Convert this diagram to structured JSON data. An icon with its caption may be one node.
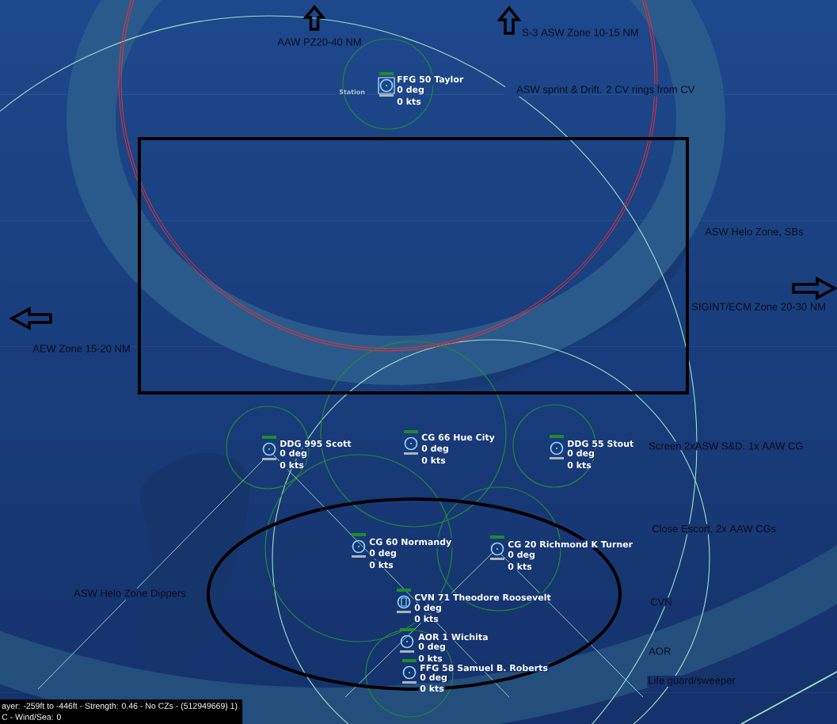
{
  "diagram": {
    "nodes": [
      {
        "text": [],
        "shape": "box"
      },
      {
        "text": [],
        "shape": "ellipse"
      }
    ],
    "labels": [
      "AAW PZ20-40 NM",
      "S-3 ASW Zone 10-15 NM",
      "FFG 50 Taylor",
      "Station",
      "0 deg",
      "0 kts",
      "ASW sprint & Drift. 2 CV rings from CV",
      "ASW Helo Zone, SBs",
      "SIGINT/ECM Zone 20-30 NM",
      "AEW Zone 15-20 NM",
      "DDG 995 Scott",
      "0 deg",
      "0 kts",
      "CG 66 Hue City",
      "0 deg",
      "0 kts",
      "DDG 55 Stout",
      "0 deg",
      "0 kts",
      "Screen 2xASW S&D. 1x AAW CG",
      "Close Escort, 2x AAW CGs",
      "CG 60 Normandy",
      "0 deg",
      "0 kts",
      "CG 20 Richmond K Turner",
      "0 deg",
      "0 kts",
      "ASW Helo Zone Dippers",
      "CVN 71 Theodore Roosevelt",
      "0 deg",
      "0 kts",
      "CVN",
      "AOR 1 Wichita",
      "0 deg",
      "0 kts",
      "AOR",
      "FFG 58 Samuel B. Roberts",
      "0 deg",
      "0 kts",
      "Life guard/sweeper",
      "ayer: -259ft to -446ft - Strength: 0.46 - No CZs - (512949669) 1)",
      "C - Wind/Sea: 0"
    ]
  }
}
